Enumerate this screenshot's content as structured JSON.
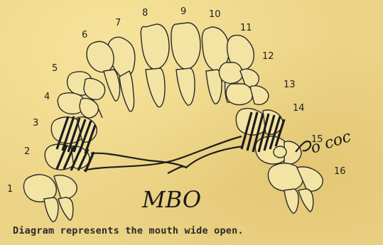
{
  "tooth_numbers": [
    "1",
    "2",
    "3",
    "4",
    "5",
    "6",
    "7",
    "8",
    "9",
    "10",
    "11",
    "12",
    "13",
    "14",
    "15",
    "16"
  ],
  "annotation_mbo": "MBO",
  "annotation_right": "o coc",
  "caption": "Diagram represents the mouth wide open."
}
